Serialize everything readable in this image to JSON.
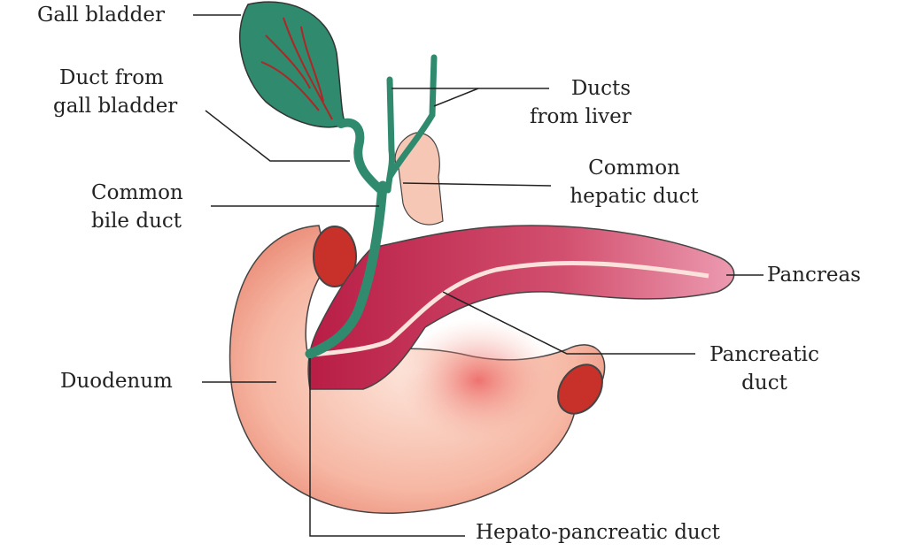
{
  "title": "Duct system of liver, gall bladder and pancreas",
  "labels": {
    "gall_bladder": "Gall bladder",
    "duct_from_gall_bladder": [
      "Duct from",
      "gall bladder"
    ],
    "common_bile_duct": [
      "Common",
      "bile duct"
    ],
    "duodenum": "Duodenum",
    "ducts_from_liver": [
      "Ducts",
      "from liver"
    ],
    "common_hepatic_duct": [
      "Common",
      "hepatic duct"
    ],
    "pancreas": "Pancreas",
    "pancreatic_duct": [
      "Pancreatic",
      "duct"
    ],
    "hepato_pancreatic_duct": "Hepato-pancreatic duct"
  },
  "colors": {
    "duct_green": "#2f8a6e",
    "duodenum_pink": "#f6b9a6",
    "pancreas_red": "#c4214a",
    "line": "#222222"
  }
}
